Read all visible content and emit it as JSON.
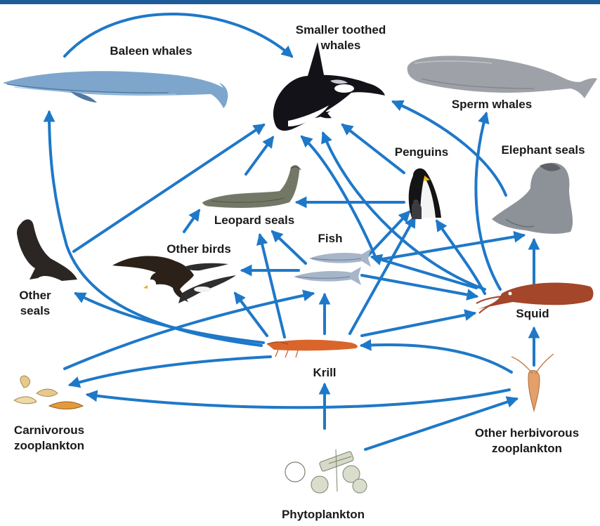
{
  "colors": {
    "arrow": "#1e78c8",
    "top_bar": "#1d5c99",
    "label": "#1a1a1a"
  },
  "organisms": {
    "small_toothed_whales": {
      "line1": "Smaller toothed",
      "line2": "whales",
      "icon": "orca-icon"
    },
    "baleen_whales": {
      "label": "Baleen whales",
      "icon": "baleen-whale-icon"
    },
    "sperm_whales": {
      "label": "Sperm whales",
      "icon": "sperm-whale-icon"
    },
    "elephant_seals": {
      "label": "Elephant seals",
      "icon": "elephant-seal-icon"
    },
    "penguins": {
      "label": "Penguins",
      "icon": "penguin-icon"
    },
    "leopard_seals": {
      "label": "Leopard seals",
      "icon": "leopard-seal-icon"
    },
    "other_birds": {
      "label": "Other birds",
      "icon": "seabird-icon"
    },
    "fish": {
      "label": "Fish",
      "icon": "fish-icon"
    },
    "other_seals": {
      "line1": "Other",
      "line2": "seals",
      "icon": "sea-lion-icon"
    },
    "squid": {
      "label": "Squid",
      "icon": "squid-icon"
    },
    "krill": {
      "label": "Krill",
      "icon": "krill-icon"
    },
    "carnivorous_zooplankton": {
      "line1": "Carnivorous",
      "line2": "zooplankton",
      "icon": "carnivorous-zooplankton-icon"
    },
    "other_herbivorous_zooplankton": {
      "line1": "Other herbivorous",
      "line2": "zooplankton",
      "icon": "copepod-icon"
    },
    "phytoplankton": {
      "label": "Phytoplankton",
      "icon": "phytoplankton-icon"
    }
  }
}
